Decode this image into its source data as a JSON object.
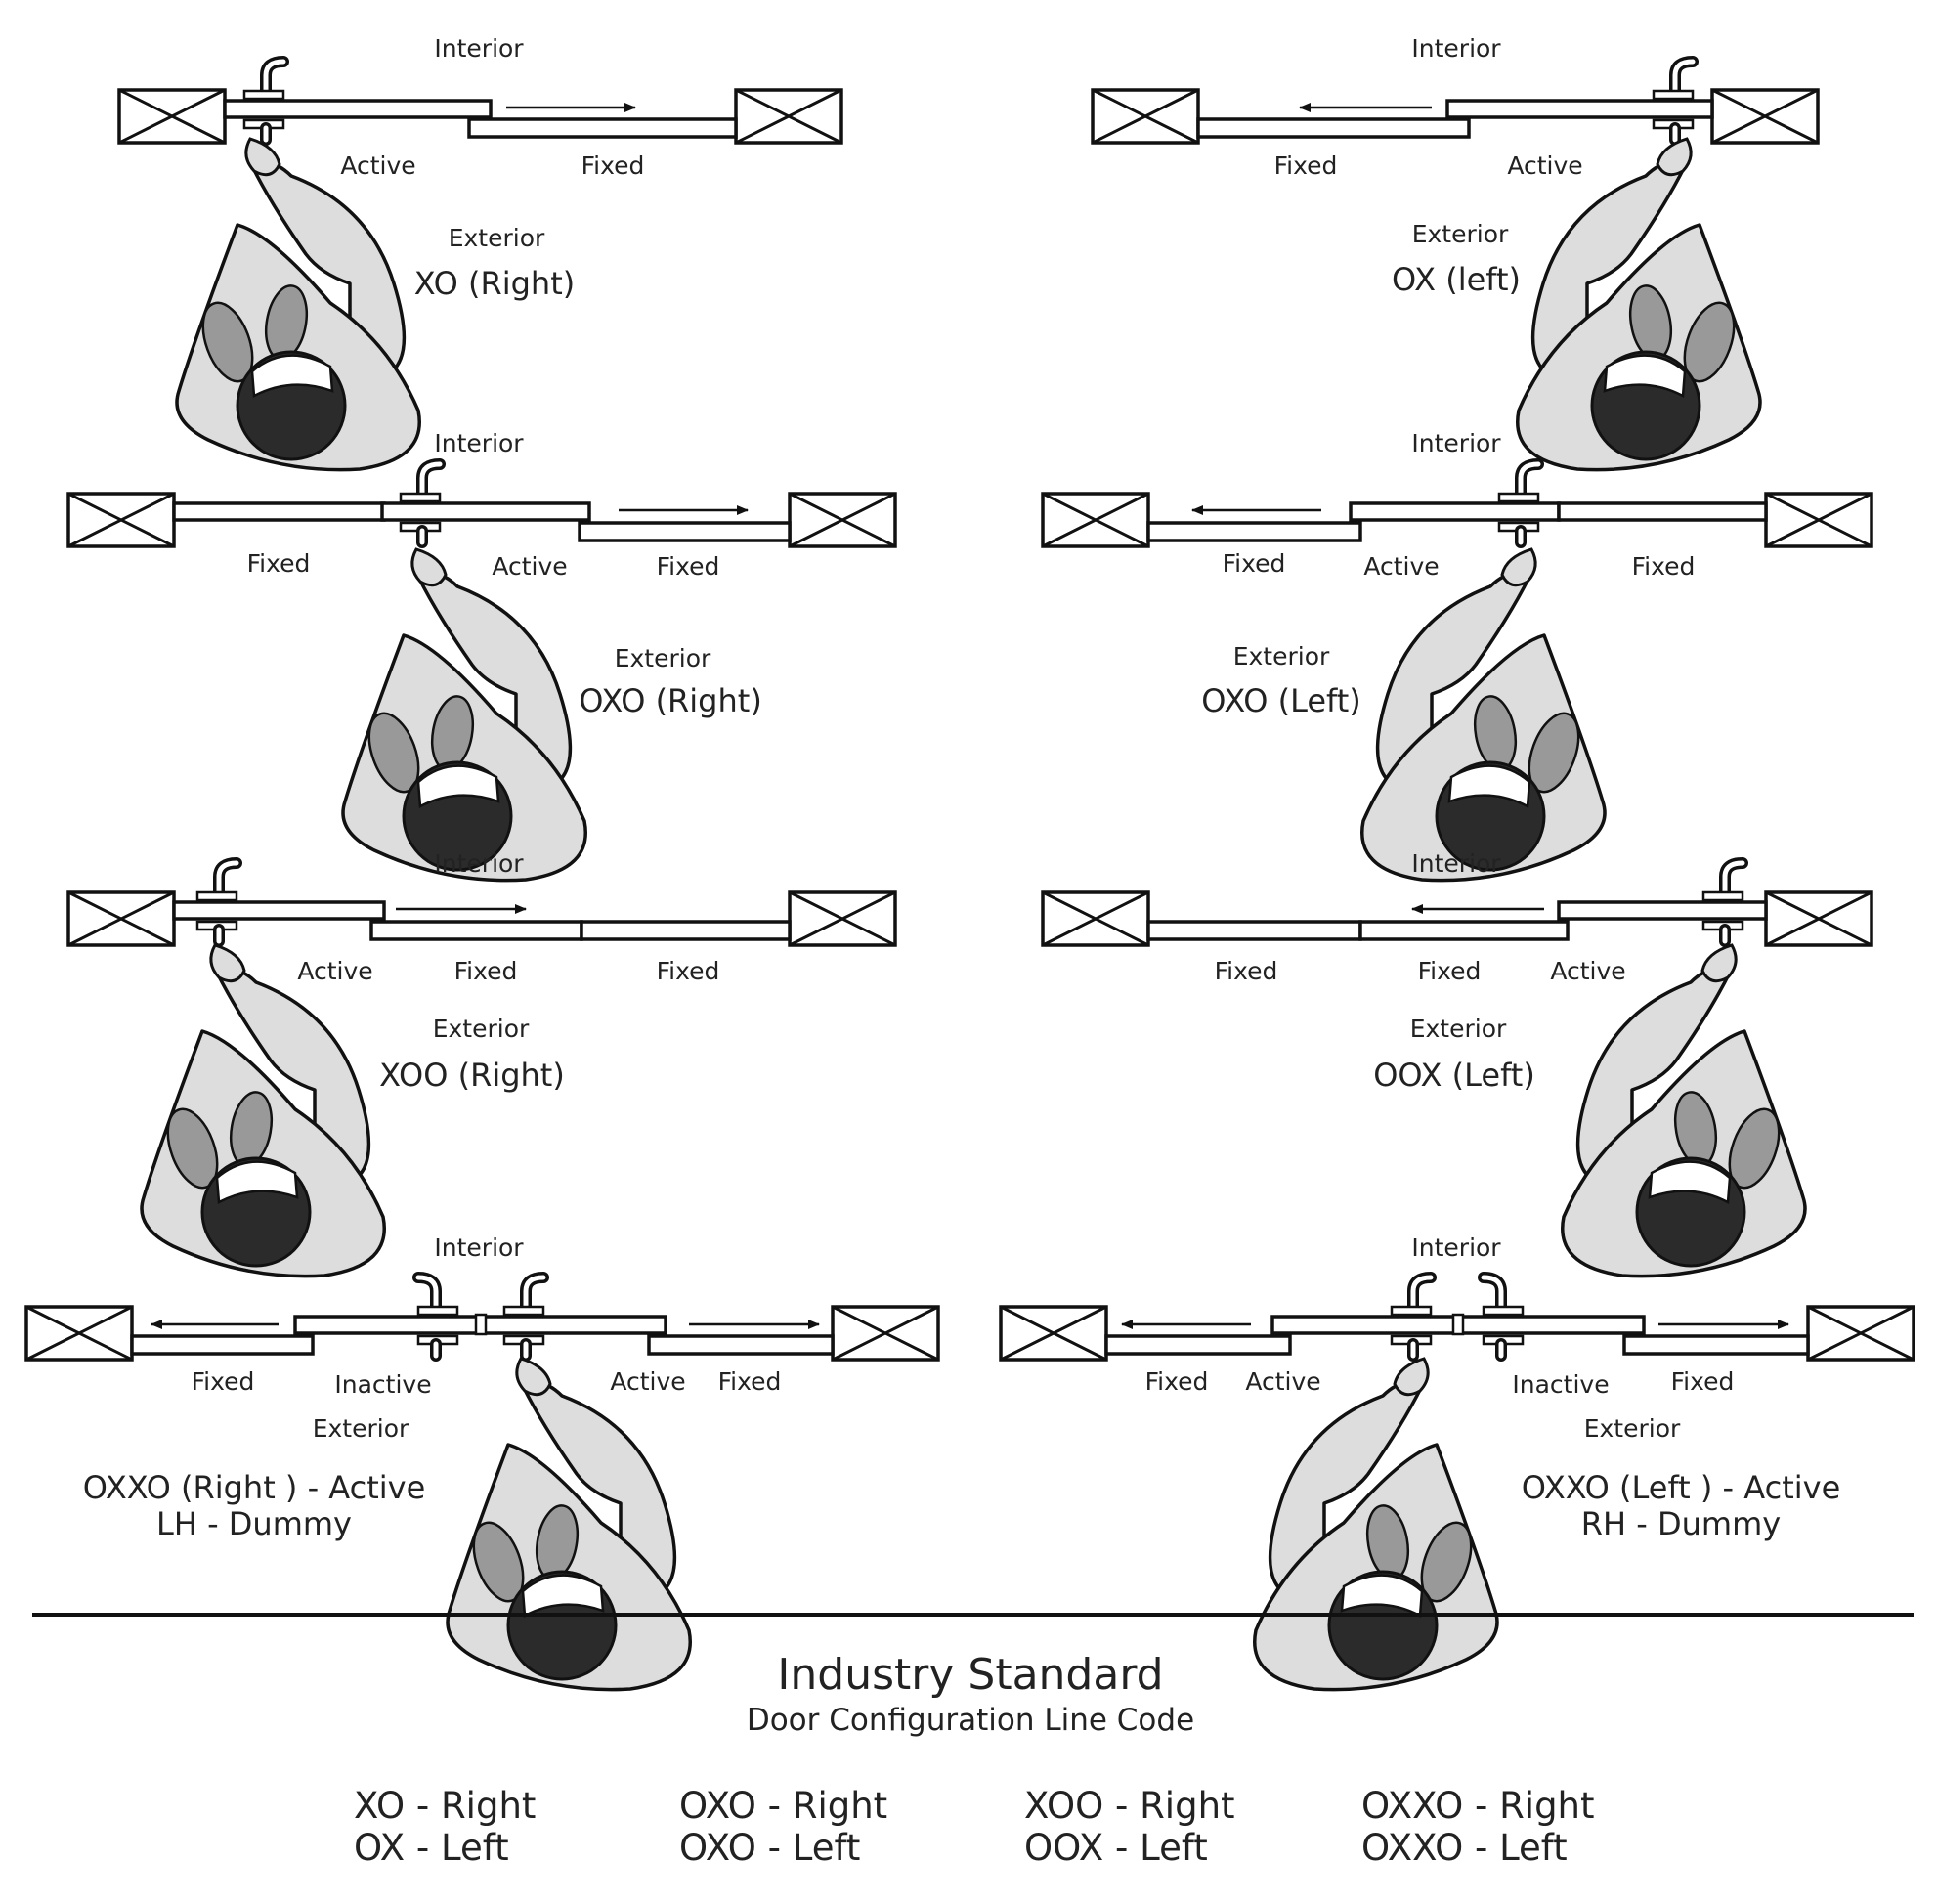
{
  "colors": {
    "ink": "#111111",
    "text": "#222222",
    "sleeve": "#dddddd",
    "hair": "#2b2b2b",
    "shoulder": "#999999"
  },
  "panels": [
    {
      "interior": "Interior",
      "exterior": "Exterior",
      "code": "XO (Right)",
      "labels": [
        "Active",
        "Fixed"
      ]
    },
    {
      "interior": "Interior",
      "exterior": "Exterior",
      "code": "OX (left)",
      "labels": [
        "Fixed",
        "Active"
      ]
    },
    {
      "interior": "Interior",
      "exterior": "Exterior",
      "code": "OXO (Right)",
      "labels": [
        "Fixed",
        "Active",
        "Fixed"
      ]
    },
    {
      "interior": "Interior",
      "exterior": "Exterior",
      "code": "OXO (Left)",
      "labels": [
        "Fixed",
        "Active",
        "Fixed"
      ]
    },
    {
      "interior": "Interior",
      "exterior": "Exterior",
      "code": "XOO (Right)",
      "labels": [
        "Active",
        "Fixed",
        "Fixed"
      ]
    },
    {
      "interior": "Interior",
      "exterior": "Exterior",
      "code": "OOX (Left)",
      "labels": [
        "Fixed",
        "Fixed",
        "Active"
      ]
    },
    {
      "interior": "Interior",
      "exterior": "Exterior",
      "code": [
        "OXXO (Right ) - Active",
        "LH - Dummy"
      ],
      "labels": [
        "Fixed",
        "Inactive",
        "Active",
        "Fixed"
      ]
    },
    {
      "interior": "Interior",
      "exterior": "Exterior",
      "code": [
        "OXXO (Left ) - Active",
        "RH - Dummy"
      ],
      "labels": [
        "Fixed",
        "Active",
        "Inactive",
        "Fixed"
      ]
    }
  ],
  "footer": {
    "title": "Industry Standard",
    "subtitle": "Door Configuration Line Code",
    "legend": [
      [
        "XO - Right",
        "OX - Left"
      ],
      [
        "OXO - Right",
        "OXO - Left"
      ],
      [
        "XOO - Right",
        "OOX - Left"
      ],
      [
        "OXXO - Right",
        "OXXO - Left"
      ]
    ]
  }
}
